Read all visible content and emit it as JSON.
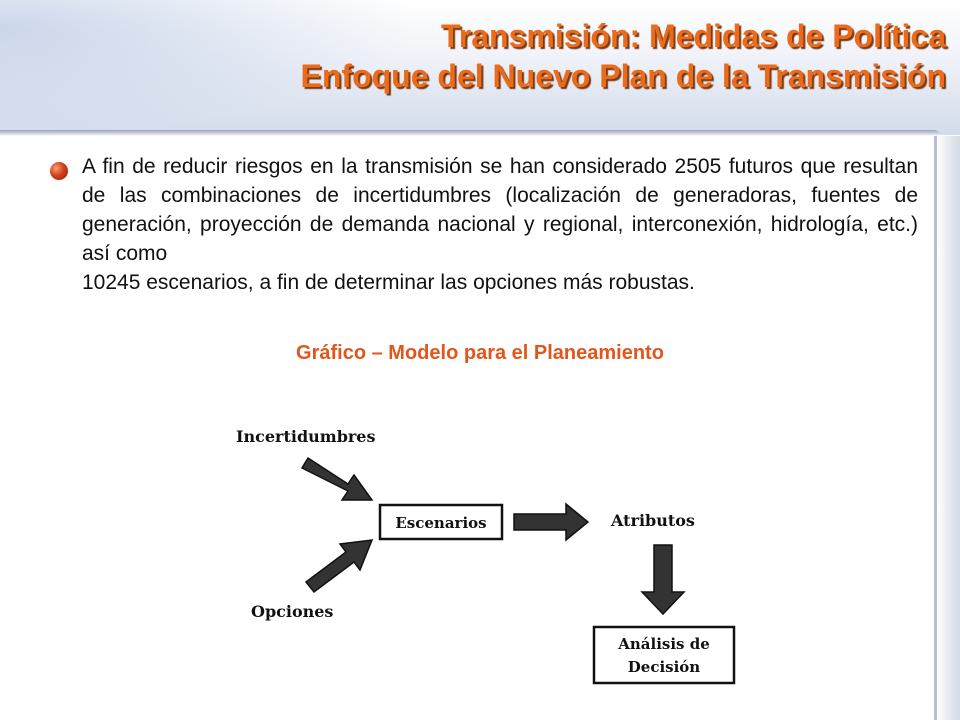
{
  "header": {
    "title_line1": "Transmisión: Medidas de Política",
    "title_line2": "Enfoque del Nuevo Plan de la Transmisión"
  },
  "body": {
    "paragraph_main": "A fin de reducir riesgos en la transmisión se han considerado 2505 futuros que resultan de las combinaciones de incertidumbres (localización de generadoras, fuentes de generación, proyección de demanda nacional y regional, interconexión, hidrología, etc.) así como",
    "paragraph_last": "10245 escenarios, a fin de determinar las opciones más robustas."
  },
  "figure": {
    "title": "Gráfico – Modelo para el Planeamiento"
  },
  "diagram": {
    "incertidumbres": "Incertidumbres",
    "opciones": "Opciones",
    "escenarios": "Escenarios",
    "atributos": "Atributos",
    "analisis_line1": "Análisis de",
    "analisis_line2": "Decisión"
  },
  "colors": {
    "title": "#ec6a1c",
    "graph_title": "#e2561b",
    "arrow": "#333333"
  }
}
